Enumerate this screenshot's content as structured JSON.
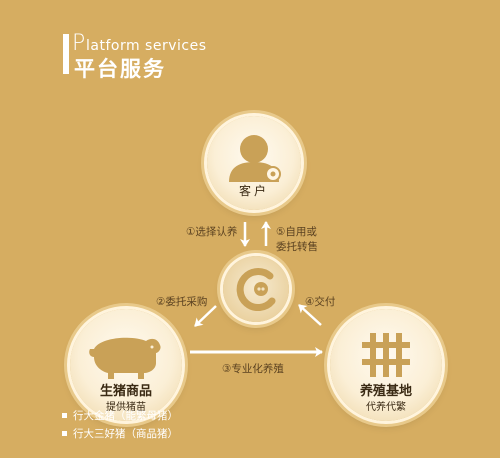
{
  "header": {
    "subtitle_initial": "P",
    "subtitle_rest": "latform services",
    "title": "平台服务"
  },
  "nodes": {
    "customer": {
      "label": "客户",
      "icon": "user-icon"
    },
    "platform": {
      "icon": "platform-logo-icon"
    },
    "pig_products": {
      "label": "生猪商品",
      "sublabel": "提供猪苗",
      "icon": "pig-icon"
    },
    "breeding_base": {
      "label": "养殖基地",
      "sublabel": "代养代繁",
      "icon": "farm-grid-icon"
    }
  },
  "steps": {
    "s1": "①选择认养",
    "s2": "②委托采购",
    "s3": "③专业化养殖",
    "s4": "④交付",
    "s5_line1": "⑤自用或",
    "s5_line2": "委托转售"
  },
  "legend": [
    "行大金猪（能繁母猪）",
    "行大三好猪（商品猪）"
  ],
  "colors": {
    "background": "#d6ad61",
    "icon_gold": "#c9a157",
    "text_dark": "#3a2a14"
  }
}
